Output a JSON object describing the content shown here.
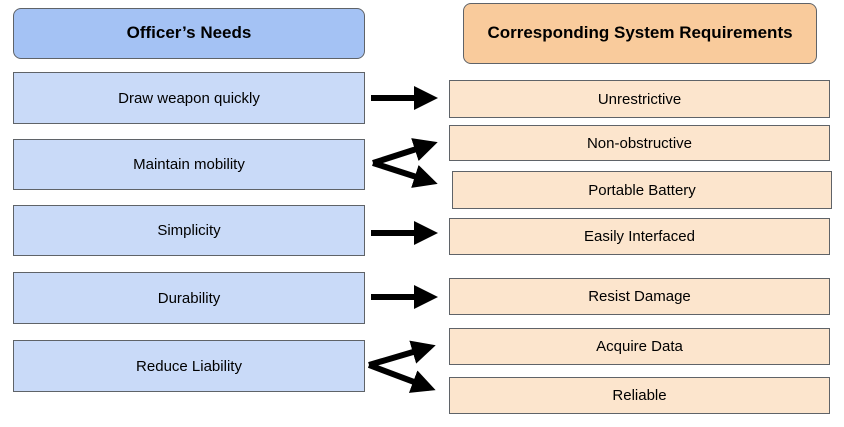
{
  "headers": {
    "needs": "Officer’s Needs",
    "requirements": "Corresponding System Requirements"
  },
  "needs": [
    "Draw weapon quickly",
    "Maintain mobility",
    "Simplicity",
    "Durability",
    "Reduce Liability"
  ],
  "requirements": [
    "Unrestrictive",
    "Non-obstructive",
    "Portable Battery",
    "Easily Interfaced",
    "Resist Damage",
    "Acquire Data",
    "Reliable"
  ],
  "colors": {
    "needs_header": "#a4c2f4",
    "requirements_header": "#f9cb9c",
    "need_box": "#c9daf8",
    "requirement_box": "#fce5cd",
    "border": "#5f6368",
    "arrow": "#000000"
  }
}
